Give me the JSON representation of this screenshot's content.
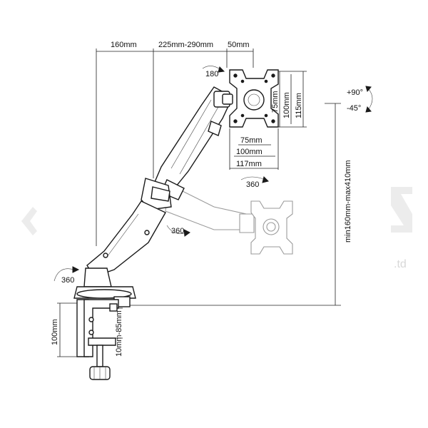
{
  "dimensions": {
    "top_left": "160mm",
    "top_mid": "225mm-290mm",
    "top_right": "50mm",
    "vesa_h_inner": "75mm",
    "vesa_h_mid": "100mm",
    "vesa_h_outer": "117mm",
    "vesa_v_inner": "75mm",
    "vesa_v_mid": "100mm",
    "vesa_v_outer": "115mm",
    "height_range": "min160mm-max410mm",
    "clamp_height": "100mm",
    "desk_thickness": "10mm-85mm"
  },
  "rotations": {
    "head": "180",
    "plate": "360",
    "mid_joint": "360",
    "base": "360",
    "tilt_up": "+90°",
    "tilt_down": "-45°"
  },
  "watermark": {
    "suffix": ".td"
  },
  "colors": {
    "line": "#222222",
    "ghost": "#9a9a9a",
    "watermark": "#ececec"
  }
}
